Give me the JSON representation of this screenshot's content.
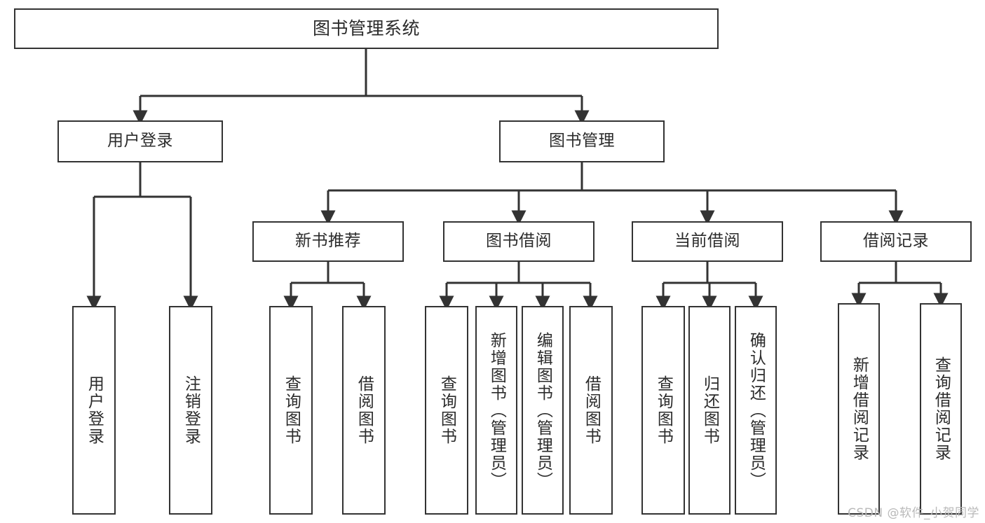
{
  "diagram": {
    "type": "tree-hierarchy",
    "title": "图书管理系统",
    "root": {
      "label": "图书管理系统"
    },
    "level2": [
      {
        "id": "user-login",
        "label": "用户登录"
      },
      {
        "id": "book-manage",
        "label": "图书管理"
      }
    ],
    "level3": [
      {
        "id": "new-book-recommend",
        "label": "新书推荐",
        "parent": "book-manage"
      },
      {
        "id": "book-borrow",
        "label": "图书借阅",
        "parent": "book-manage"
      },
      {
        "id": "current-borrow",
        "label": "当前借阅",
        "parent": "book-manage"
      },
      {
        "id": "borrow-record",
        "label": "借阅记录",
        "parent": "book-manage"
      }
    ],
    "leaves": {
      "user_login": [
        {
          "id": "leaf-user-login",
          "label": "用户登录"
        },
        {
          "id": "leaf-user-logout",
          "label": "注销登录"
        }
      ],
      "new_book_recommend": [
        {
          "id": "leaf-query-book-1",
          "label": "查询图书"
        },
        {
          "id": "leaf-borrow-book-1",
          "label": "借阅图书"
        }
      ],
      "book_borrow": [
        {
          "id": "leaf-query-book-2",
          "label": "查询图书"
        },
        {
          "id": "leaf-add-book",
          "label": "新增图书（管理员）"
        },
        {
          "id": "leaf-edit-book",
          "label": "编辑图书（管理员）"
        },
        {
          "id": "leaf-borrow-book-2",
          "label": "借阅图书"
        }
      ],
      "current_borrow": [
        {
          "id": "leaf-query-book-3",
          "label": "查询图书"
        },
        {
          "id": "leaf-return-book",
          "label": "归还图书"
        },
        {
          "id": "leaf-confirm-return",
          "label": "确认归还（管理员）"
        }
      ],
      "borrow_record": [
        {
          "id": "leaf-add-record",
          "label": "新增借阅记录"
        },
        {
          "id": "leaf-query-record",
          "label": "查询借阅记录"
        }
      ]
    },
    "colors": {
      "stroke": "#333333",
      "fill": "#ffffff",
      "text": "#2b2b2b",
      "watermark": "#b9b9b9"
    }
  },
  "watermark": {
    "text": "CSDN @软件_小贺同学"
  }
}
